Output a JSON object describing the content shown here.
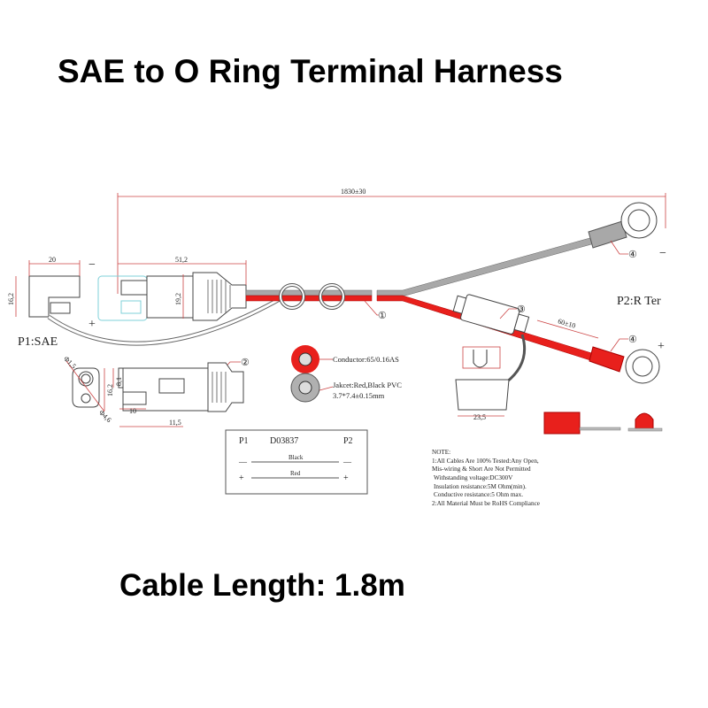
{
  "title": "SAE to O Ring Terminal Harness",
  "footer": "Cable Length: 1.8m",
  "drawing": {
    "overall_length": "1830±30",
    "dims": {
      "housing_width": "20",
      "housing_height": "16,2",
      "connector_length": "51,2",
      "connector_height": "19,2",
      "side_height": "16,2",
      "side_top": "8,1",
      "side_pin": "10",
      "side_len": "11,5",
      "hole_large": "Φ4,6",
      "hole_small": "Φ1,5",
      "cover_width": "23,5",
      "lead_length": "60±10"
    },
    "p1_label": "P1:SAE",
    "p2_label": "P2:R Ter",
    "minus": "−",
    "plus": "+",
    "callouts": [
      "①",
      "②",
      "③",
      "④",
      "④"
    ],
    "conductor": "Conductor:65/0.16AS",
    "jacket": "Jakcet:Red,Black PVC",
    "jacket_size": "3.7*7.4±0.15mm",
    "colors": {
      "red": "#e8201c",
      "gray": "#a8a8a8",
      "dimension": "#cc4444",
      "cyan": "#7fd0d8"
    }
  },
  "table": {
    "p1": "P1",
    "part": "D03837",
    "p2": "P2",
    "rows": [
      {
        "sign": "—",
        "color": "Black"
      },
      {
        "sign": "+",
        "color": "Red"
      }
    ]
  },
  "notes": [
    "NOTE:",
    "1:All Cables Are 100% Tested:Any Open,",
    "Mis-wiring & Short Are Not Permitted",
    " Withstanding voltage:DC300V",
    " Insulation resistance:5M Ohm(min).",
    " Conductive resistance:5 Ohm max.",
    "2:All Material Must be RoHS Compliance"
  ]
}
